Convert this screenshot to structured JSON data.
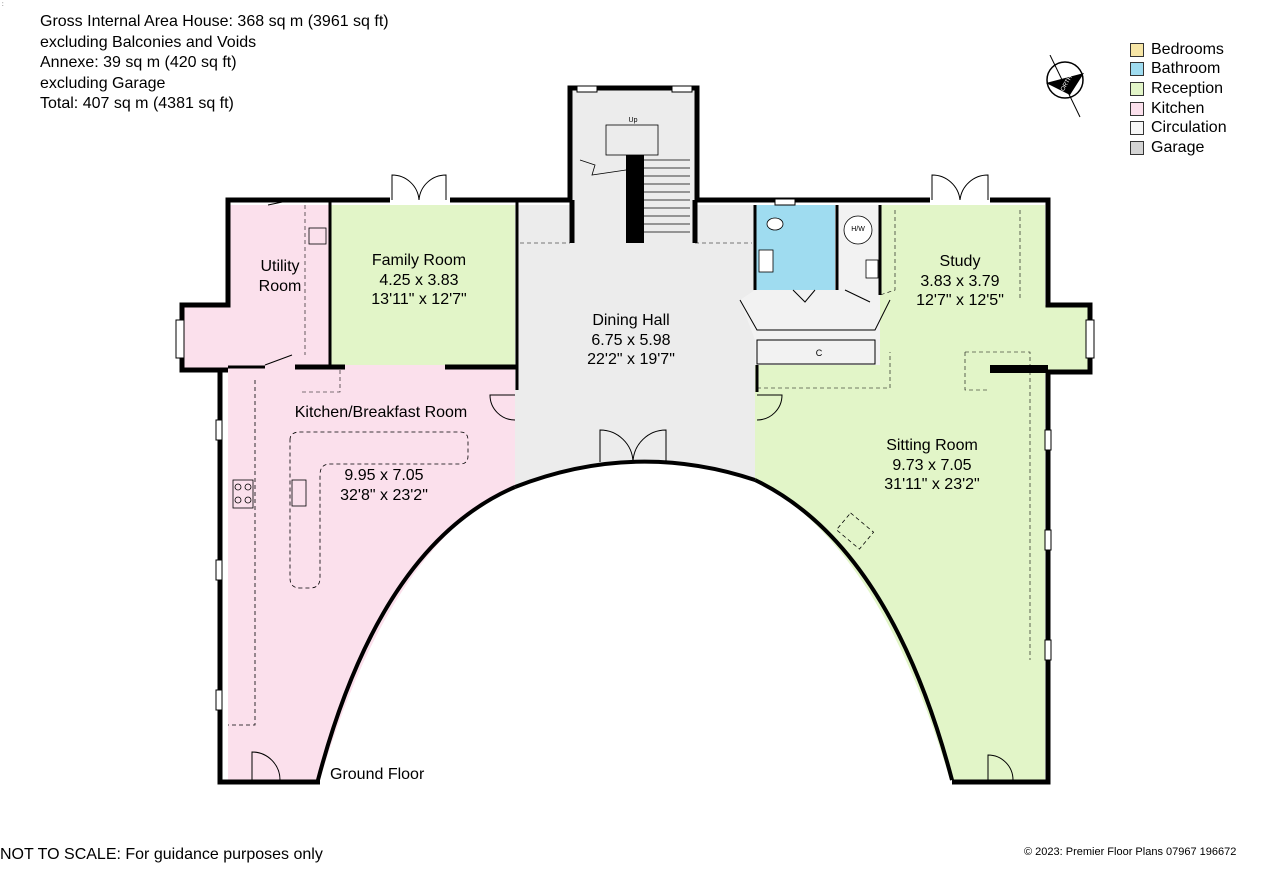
{
  "area_info": {
    "line1": "Gross Internal Area House: 368 sq m (3961 sq ft)",
    "line2": "excluding Balconies and Voids",
    "line3": "Annexe: 39 sq m (420 sq ft)",
    "line4": "excluding Garage",
    "line5": "Total: 407 sq m (4381 sq ft)"
  },
  "legend": [
    {
      "label": "Bedrooms",
      "color": "#f7e6a6"
    },
    {
      "label": "Bathroom",
      "color": "#9fdcf0"
    },
    {
      "label": "Reception",
      "color": "#e2f5c8"
    },
    {
      "label": "Kitchen",
      "color": "#fbe0ec"
    },
    {
      "label": "Circulation",
      "color": "#f6f6f6"
    },
    {
      "label": "Garage",
      "color": "#d4d4d4"
    }
  ],
  "rooms": {
    "utility": {
      "name_line1": "Utility",
      "name_line2": "Room"
    },
    "family": {
      "name": "Family Room",
      "metric": "4.25 x 3.83",
      "imperial": "13'11\" x 12'7\""
    },
    "dining": {
      "name": "Dining Hall",
      "metric": "6.75 x 5.98",
      "imperial": "22'2\" x 19'7\""
    },
    "study": {
      "name": "Study",
      "metric": "3.83 x 3.79",
      "imperial": "12'7\" x 12'5\""
    },
    "kitchen": {
      "name": "Kitchen/Breakfast Room",
      "metric": "9.95 x 7.05",
      "imperial": "32'8\" x 23'2\""
    },
    "sitting": {
      "name": "Sitting Room",
      "metric": "9.73 x 7.05",
      "imperial": "31'11\" x 23'2\""
    }
  },
  "small_labels": {
    "stairs_up": "Up",
    "cupboard": "C",
    "hw": "H/W"
  },
  "compass_label": "NORTH",
  "floor_label": "Ground Floor",
  "footer_note": "NOT TO SCALE: For guidance purposes only",
  "copyright": "© 2023: Premier Floor Plans 07967 196672",
  "colors": {
    "wall": "#000000",
    "kitchen": "#fbe0ec",
    "reception": "#e2f5c8",
    "bathroom": "#9fdcf0",
    "circulation": "#ececec"
  }
}
